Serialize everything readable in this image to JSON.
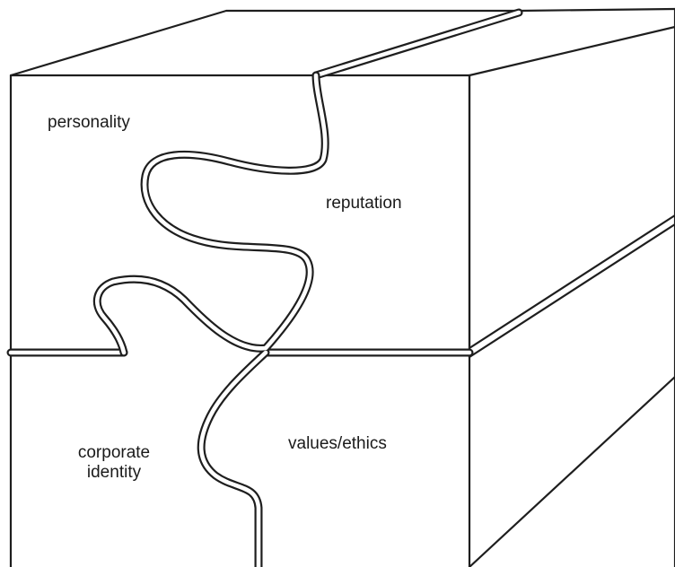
{
  "diagram": {
    "pieces": [
      {
        "id": "personality",
        "label": "personality"
      },
      {
        "id": "reputation",
        "label": "reputation"
      },
      {
        "id": "corporate_identity",
        "label": "corporate\nidentity"
      },
      {
        "id": "values_ethics",
        "label": "values/ethics"
      }
    ]
  }
}
